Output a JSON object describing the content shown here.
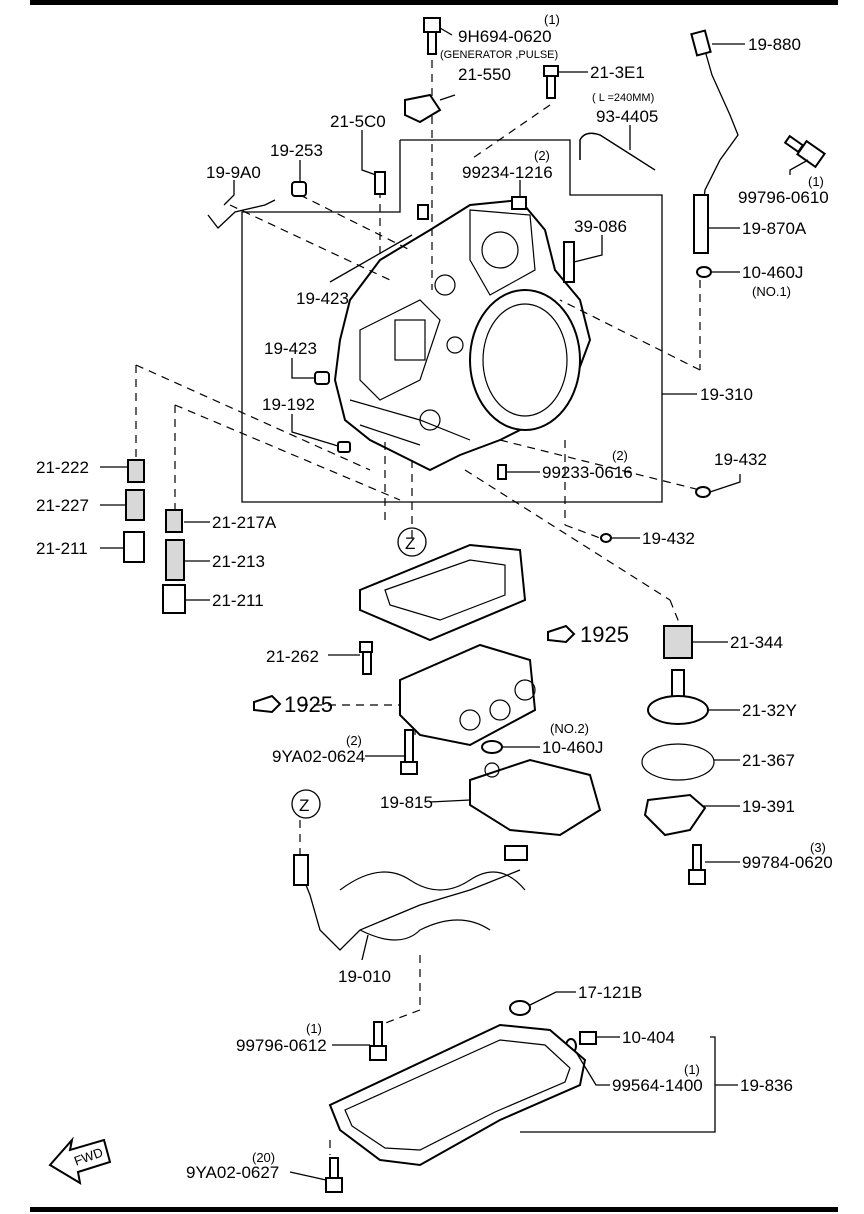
{
  "callouts": {
    "c_9h694": "9H694-0620",
    "c_9h694_qty": "(1)",
    "c_gen_pulse": "(GENERATOR ,PULSE)",
    "c_21_550": "21-550",
    "c_21_3e1": "21-3E1",
    "c_19_880": "19-880",
    "c_l240": "( L =240MM)",
    "c_93_4405": "93-4405",
    "c_21_5c0": "21-5C0",
    "c_19_253": "19-253",
    "c_19_9a0": "19-9A0",
    "c_99234_qty": "(2)",
    "c_99234": "99234-1216",
    "c_99796_0610_qty": "(1)",
    "c_99796_0610": "99796-0610",
    "c_39_086": "39-086",
    "c_19_870a": "19-870A",
    "c_10_460j_1": "10-460J",
    "c_no1": "(NO.1)",
    "c_19_423_a": "19-423",
    "c_19_423_b": "19-423",
    "c_19_192": "19-192",
    "c_19_310": "19-310",
    "c_99233_qty": "(2)",
    "c_99233": "99233-0616",
    "c_19_432_a": "19-432",
    "c_19_432_b": "19-432",
    "c_21_222": "21-222",
    "c_21_227": "21-227",
    "c_21_211_a": "21-211",
    "c_21_217a": "21-217A",
    "c_21_213": "21-213",
    "c_21_211_b": "21-211",
    "c_z1": "Z",
    "c_1925_a": "1925",
    "c_21_262": "21-262",
    "c_1925_b": "1925",
    "c_21_344": "21-344",
    "c_no2": "(NO.2)",
    "c_10_460j_2": "10-460J",
    "c_9ya02_0624_qty": "(2)",
    "c_9ya02_0624": "9YA02-0624",
    "c_21_32y": "21-32Y",
    "c_21_367": "21-367",
    "c_19_815": "19-815",
    "c_z2": "Z",
    "c_19_391": "19-391",
    "c_99784_qty": "(3)",
    "c_99784": "99784-0620",
    "c_19_010": "19-010",
    "c_17_121b": "17-121B",
    "c_99796_0612_qty": "(1)",
    "c_99796_0612": "99796-0612",
    "c_10_404": "10-404",
    "c_99564_qty": "(1)",
    "c_99564": "99564-1400",
    "c_19_836": "19-836",
    "c_9ya02_0627_qty": "(20)",
    "c_9ya02_0627": "9YA02-0627",
    "c_fwd": "FWD"
  }
}
